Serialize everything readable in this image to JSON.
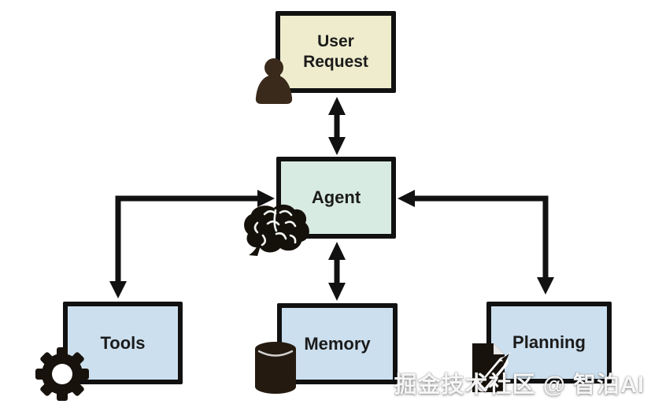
{
  "diagram": {
    "type": "flowchart",
    "nodes": {
      "user_request": {
        "label": "User Request",
        "fill": "#eeeccd",
        "icon": "person-icon"
      },
      "agent": {
        "label": "Agent",
        "fill": "#d8ebe2",
        "icon": "brain-icon"
      },
      "tools": {
        "label": "Tools",
        "fill": "#ccdfee",
        "icon": "gear-icon"
      },
      "memory": {
        "label": "Memory",
        "fill": "#ccdfee",
        "icon": "database-cylinder-icon"
      },
      "planning": {
        "label": "Planning",
        "fill": "#ccdfee",
        "icon": "document-pencil-icon"
      }
    },
    "edges": [
      {
        "from": "user_request",
        "to": "agent",
        "direction": "bidirectional",
        "style": "straight-vertical"
      },
      {
        "from": "agent",
        "to": "memory",
        "direction": "bidirectional",
        "style": "straight-vertical"
      },
      {
        "from": "agent",
        "to": "tools",
        "direction": "bidirectional",
        "style": "elbow-left"
      },
      {
        "from": "agent",
        "to": "planning",
        "direction": "bidirectional",
        "style": "elbow-right"
      }
    ],
    "colors": {
      "border": "#111111",
      "arrow": "#111111",
      "background": "#ffffff",
      "label_text": "#1b1b1b",
      "person_icon": "#3a2a1b",
      "dark_icon": "#1c150e"
    }
  },
  "watermark": {
    "text": "掘金技术社区 @ 智泊AI"
  }
}
